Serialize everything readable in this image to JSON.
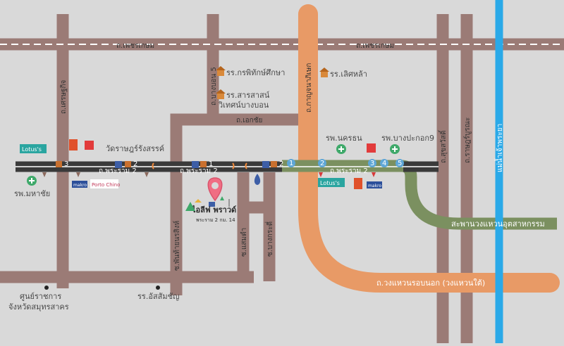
{
  "roads": {
    "phetkasem_top_left": "ถ.เพชรเกษม",
    "phetkasem_top_right": "ถ.เพชรเกษม",
    "rama2_a": "ถ.พระราม 2",
    "rama2_b": "ถ.พระราม 2",
    "rama2_c": "ถ.พระราม 2",
    "ekkachai": "ถ.เอกชัย",
    "setthakit": "ถ.เศรษฐกิจ",
    "bangbon5": "ถ.บางบอน 5",
    "kanchanaphisek": "ถ.กาญจนาภิเษก",
    "suksawat": "ถ.สุขสวัสดิ์",
    "ratburana": "ถ.ราษฎร์บูรณะ",
    "phanthai": "ซ.พันท้ายนรสิงห์",
    "saensuk": "ซ.แสมดำ",
    "bangkradi": "ซ.บางกระดี่",
    "outer_ring": "ถ.วงแหวนรอบนอก (วงแหวนใต้)",
    "bridge": "สะพานวงแหวนอุตสาหกรรม",
    "river": "แม่น้ำเจ้าพระยา"
  },
  "places": {
    "school1": "รร.กรพิทักษ์ศึกษา",
    "school2_line1": "รร.สารสาสน์",
    "school2_line2": "วิเทศน์บางบอน",
    "school3": "รร.เลิศหล้า",
    "wat": "วัดราษฎร์รังสรรค์",
    "hosp_nakhon": "รพ.นครธน",
    "hosp_bangpakok": "รพ.บางปะกอก9",
    "hosp_mahachai": "รพ.มหาชัย",
    "gov_center_line1": "ศูนย์ราชการ",
    "gov_center_line2": "จังหวัดสมุทรสาคร",
    "school_assumption": "รร.อัสสัมชัญ",
    "lotus_left": "Lotus's",
    "lotus_right": "Lotus's",
    "porto_chino": "Porto Chino",
    "makro_left": "makro",
    "makro_right": "makro"
  },
  "project": {
    "name": "ไอลีฟ พราวด์",
    "sub": "พระราม 2 กม. 14"
  },
  "markers": {
    "k3": "3",
    "k2a": "2",
    "k1": "1",
    "k2b": "2",
    "n1": "1",
    "n2": "2",
    "n3": "3",
    "n4": "4",
    "n5": "5"
  },
  "colors": {
    "road_brown": "#9b7b76",
    "kanchanaphisek_orange": "#e89a66",
    "rama2_dark": "#3a3a3a",
    "bridge_green": "#7b9060",
    "river_blue": "#2aa9e8",
    "badge_blue": "#3d5ea6",
    "pin_pink": "#f06d83"
  }
}
